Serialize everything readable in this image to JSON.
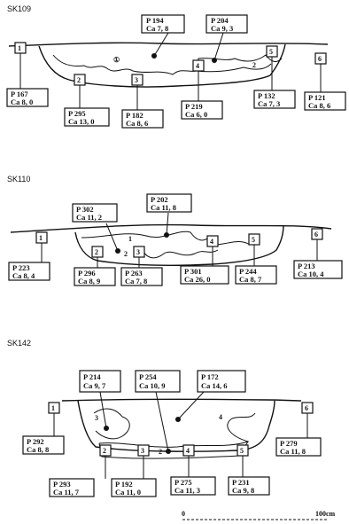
{
  "sections": [
    {
      "title": "SK109",
      "points": [
        {
          "no": "1",
          "p": "P  167",
          "ca": "Ca  8, 0"
        },
        {
          "no": "2",
          "p": "P  295",
          "ca": "Ca  13, 0"
        },
        {
          "no": "3",
          "p": "P  182",
          "ca": "Ca  8, 6"
        },
        {
          "no": "4",
          "p": "P  219",
          "ca": "Ca  6, 0"
        },
        {
          "no": "5",
          "p": "P  132",
          "ca": "Ca  7, 3"
        },
        {
          "no": "6",
          "p": "P  121",
          "ca": "Ca  8, 6"
        }
      ],
      "fills": [
        {
          "p": "P  194",
          "ca": "Ca  7, 8"
        },
        {
          "p": "P  204",
          "ca": "Ca  9, 3"
        }
      ],
      "layers": [
        "①",
        "2"
      ]
    },
    {
      "title": "SK110",
      "points": [
        {
          "no": "1",
          "p": "P  223",
          "ca": "Ca  8, 4"
        },
        {
          "no": "2",
          "p": "P  296",
          "ca": "Ca  8, 9"
        },
        {
          "no": "3",
          "p": "P  263",
          "ca": "Ca  7, 8"
        },
        {
          "no": "4",
          "p": "P  301",
          "ca": "Ca  26, 0"
        },
        {
          "no": "5",
          "p": "P  244",
          "ca": "Ca  8, 7"
        },
        {
          "no": "6",
          "p": "P  213",
          "ca": "Ca  10, 4"
        }
      ],
      "fills": [
        {
          "p": "P  302",
          "ca": "Ca  11, 2"
        },
        {
          "p": "P  202",
          "ca": "Ca  11, 8"
        }
      ],
      "layers": [
        "1",
        "2"
      ]
    },
    {
      "title": "SK142",
      "points": [
        {
          "no": "1",
          "p": "P  292",
          "ca": "Ca  8, 8"
        },
        {
          "no": "2",
          "p": "P  293",
          "ca": "Ca  11, 7"
        },
        {
          "no": "3",
          "p": "P  192",
          "ca": "Ca  11, 0"
        },
        {
          "no": "4",
          "p": "P  275",
          "ca": "Ca  11, 3"
        },
        {
          "no": "5",
          "p": "P  231",
          "ca": "Ca  9, 8"
        },
        {
          "no": "6",
          "p": "P  279",
          "ca": "Ca  11, 8"
        }
      ],
      "fills": [
        {
          "p": "P  214",
          "ca": "Ca  9, 7"
        },
        {
          "p": "P  254",
          "ca": "Ca  10, 9"
        },
        {
          "p": "P  172",
          "ca": "Ca  14, 6"
        }
      ],
      "layers": [
        "3",
        "4",
        "2"
      ]
    }
  ],
  "scale": {
    "start": "0",
    "end": "100cm"
  }
}
